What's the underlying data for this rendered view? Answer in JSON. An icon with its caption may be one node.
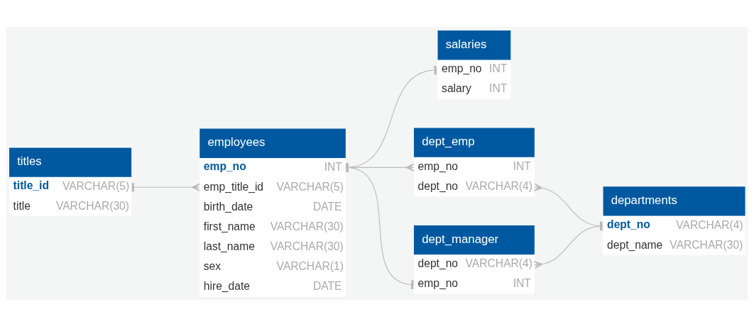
{
  "diagram": {
    "nodes": [
      {
        "text": [
          "titles",
          "title_id",
          "VARCHAR(5)",
          "title",
          "VARCHAR(30)"
        ]
      },
      {
        "text": [
          "employees",
          "emp_no",
          "INT",
          "emp_title_id",
          "VARCHAR(5)",
          "birth_date",
          "DATE",
          "first_name",
          "VARCHAR(30)",
          "last_name",
          "VARCHAR(30)",
          "sex",
          "VARCHAR(1)",
          "hire_date",
          "DATE"
        ]
      },
      {
        "text": [
          "salaries",
          "emp_no",
          "INT",
          "salary",
          "INT"
        ]
      },
      {
        "text": [
          "dept_emp",
          "emp_no",
          "INT",
          "dept_no",
          "VARCHAR(4)"
        ]
      },
      {
        "text": [
          "dept_manager",
          "dept_no",
          "VARCHAR(4)",
          "emp_no",
          "INT"
        ]
      },
      {
        "text": [
          "departments",
          "dept_no",
          "VARCHAR(4)",
          "dept_name",
          "VARCHAR(30)"
        ]
      }
    ],
    "edges": [
      {
        "from": 0,
        "to": 1,
        "arrow": "other"
      },
      {
        "from": 1,
        "to": 2,
        "arrow": "other"
      },
      {
        "from": 1,
        "to": 3,
        "arrow": "other"
      },
      {
        "from": 1,
        "to": 4,
        "arrow": "other"
      },
      {
        "from": 3,
        "to": 5,
        "arrow": "other"
      },
      {
        "from": 4,
        "to": 5,
        "arrow": "other"
      }
    ]
  }
}
